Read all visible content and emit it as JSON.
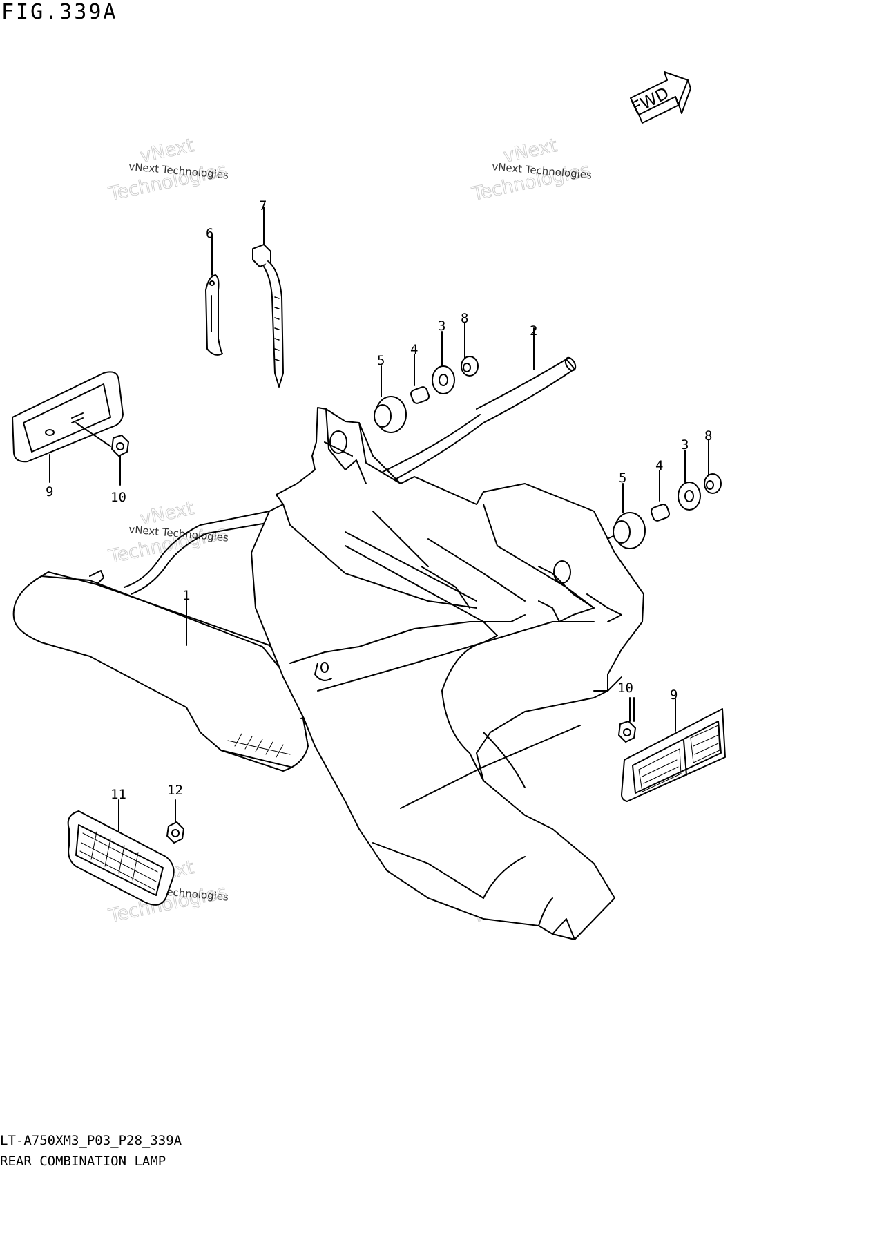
{
  "figure": {
    "title": "FIG.339A",
    "model_code": "LT-A750XM3_P03_P28_339A",
    "section_title": "REAR COMBINATION LAMP",
    "fwd_label": "FWD"
  },
  "callouts": [
    {
      "id": "c1",
      "label": "1"
    },
    {
      "id": "c2",
      "label": "2"
    },
    {
      "id": "c3a",
      "label": "3"
    },
    {
      "id": "c3b",
      "label": "3"
    },
    {
      "id": "c4a",
      "label": "4"
    },
    {
      "id": "c4b",
      "label": "4"
    },
    {
      "id": "c5a",
      "label": "5"
    },
    {
      "id": "c5b",
      "label": "5"
    },
    {
      "id": "c6",
      "label": "6"
    },
    {
      "id": "c7",
      "label": "7"
    },
    {
      "id": "c8a",
      "label": "8"
    },
    {
      "id": "c8b",
      "label": "8"
    },
    {
      "id": "c9a",
      "label": "9"
    },
    {
      "id": "c9b",
      "label": "9"
    },
    {
      "id": "c10a",
      "label": "10"
    },
    {
      "id": "c10b",
      "label": "10"
    },
    {
      "id": "c11",
      "label": "11"
    },
    {
      "id": "c12",
      "label": "12"
    }
  ],
  "watermark": {
    "line1": "vNext Technologies",
    "line2": "vNext",
    "line3": "Technologies"
  }
}
